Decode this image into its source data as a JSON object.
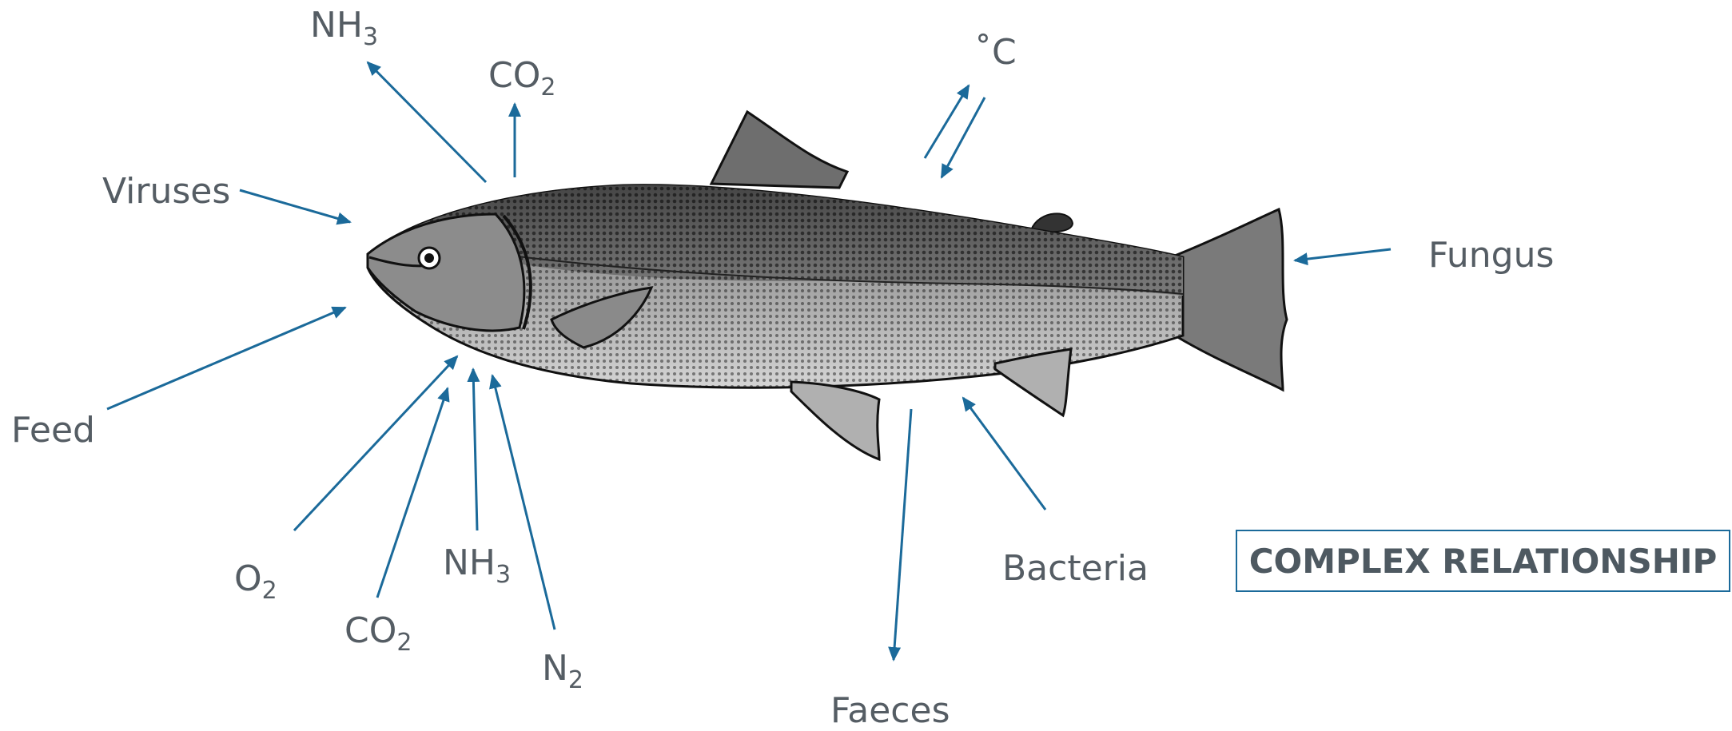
{
  "labels": {
    "nh3_top": {
      "main": "NH",
      "sub": "3"
    },
    "co2_top": {
      "main": "CO",
      "sub": "2"
    },
    "degc": "˚C",
    "viruses": "Viruses",
    "fungus": "Fungus",
    "feed": "Feed",
    "o2": {
      "main": "O",
      "sub": "2"
    },
    "co2_bottom": {
      "main": "CO",
      "sub": "2"
    },
    "nh3_bottom": {
      "main": "NH",
      "sub": "3"
    },
    "n2": {
      "main": "N",
      "sub": "2"
    },
    "bacteria": "Bacteria",
    "faeces": "Faeces"
  },
  "box_label": "COMPLEX RELATIONSHIP",
  "colors": {
    "arrow": "#1b6a9a",
    "text": "#555d64",
    "box_text": "#4e5961"
  }
}
